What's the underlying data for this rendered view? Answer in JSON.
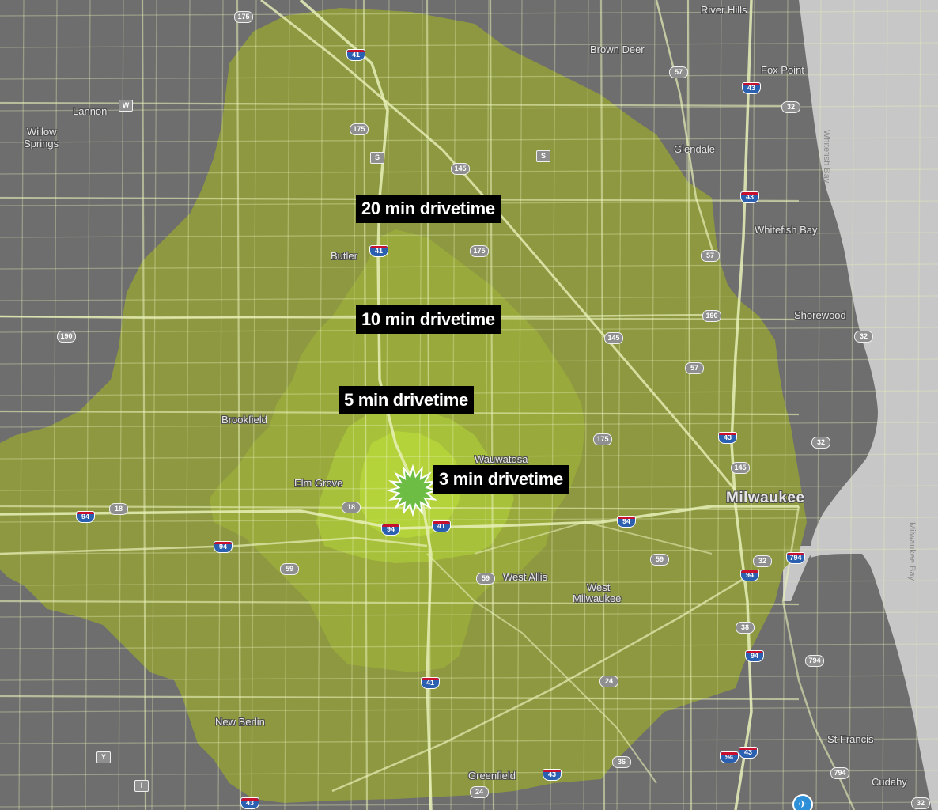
{
  "colors": {
    "land": "#6e6e6e",
    "water": "#c7c7c7",
    "road_major": "#e8f0b8",
    "zone_20": "#8f9a3e",
    "zone_10": "#9aaa3c",
    "zone_5": "#a8c23a",
    "zone_3": "#b4d43a",
    "label_bg": "#000000",
    "label_text": "#ffffff"
  },
  "drivetime_labels": {
    "min20": "20 min drivetime",
    "min10": "10 min drivetime",
    "min5": "5 min drivetime",
    "min3": "3 min drivetime"
  },
  "places": {
    "river_hills": "River Hills",
    "brown_deer": "Brown Deer",
    "fox_point": "Fox Point",
    "lannon": "Lannon",
    "willow": "Willow",
    "springs": "Springs",
    "glendale": "Glendale",
    "whitefish_bay": "Whitefish Bay",
    "butler": "Butler",
    "shorewood": "Shorewood",
    "brookfield": "Brookfield",
    "wauwatosa": "Wauwatosa",
    "elm_grove": "Elm Grove",
    "milwaukee": "Milwaukee",
    "west_allis": "West Allis",
    "west": "West",
    "milwaukee_small": "Milwaukee",
    "new_berlin": "New Berlin",
    "st_francis": "St Francis",
    "cudahy": "Cudahy",
    "greenfield": "Greenfield"
  },
  "water_labels": {
    "whitefish_bay_water": "Whitefish Bay",
    "milwaukee_bay": "Milwaukee Bay"
  },
  "shields": {
    "s175a": "175",
    "s41a": "41",
    "s57a": "57",
    "s43a": "43",
    "s32a": "32",
    "sW": "W",
    "s175b": "175",
    "sS1": "S",
    "sS2": "S",
    "s145a": "145",
    "s43b": "43",
    "s41b": "41",
    "s175c": "175",
    "s57b": "57",
    "s190a": "190",
    "s190b": "190",
    "s145b": "145",
    "s57c": "57",
    "s32b": "32",
    "s43c": "43",
    "s175d": "175",
    "s145c": "145",
    "s32c": "32",
    "s18a": "18",
    "s94a": "94",
    "s94b": "94",
    "s18b": "18",
    "s94c": "94",
    "s41c": "41",
    "s94d": "94",
    "s59a": "59",
    "s59b": "59",
    "s59c": "59",
    "s32d": "32",
    "s794a": "794",
    "s94e": "94",
    "s38": "38",
    "s94f": "94",
    "s794b": "794",
    "s41d": "41",
    "s24a": "24",
    "sY": "Y",
    "sI": "I",
    "s36": "36",
    "s94g": "94",
    "s43d": "43",
    "s43e": "43",
    "s24b": "24",
    "s794c": "794",
    "s32e": "32",
    "s43f": "43"
  },
  "airport_icon": "airport-icon"
}
